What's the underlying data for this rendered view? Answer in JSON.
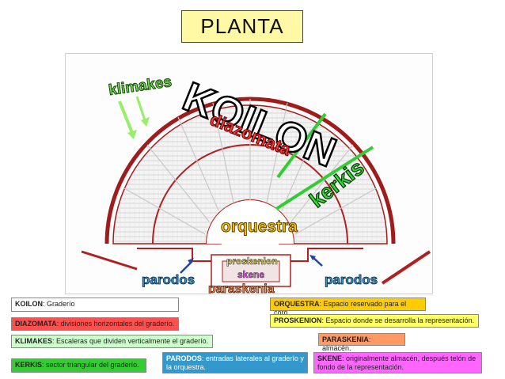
{
  "title": "PLANTA",
  "plan": {
    "koilon": "KOILON",
    "diazomata": "diazomata",
    "kerkis": "kerkis",
    "klimakes": "klimakes",
    "orquestra": "orquestra",
    "proskenion": "proskenion",
    "skene": "skene",
    "paraskenia": "paraskenia",
    "parodos_left": "parodos",
    "parodos_right": "parodos"
  },
  "legend": {
    "koilon": {
      "term": "KOILON",
      "desc": ": Graderío"
    },
    "diazomata": {
      "term": "DIAZOMATA",
      "desc": ": divisiones horizontales del graderío."
    },
    "klimakes": {
      "term": "KLIMAKES",
      "desc": ": Escaleras que dividen verticalmente el graderío."
    },
    "kerkis": {
      "term": "KERKIS",
      "desc": ": sector triangular del graderío."
    },
    "parodos": {
      "term": "PARODOS",
      "desc": ": entradas laterales al graderío y la orquestra."
    },
    "orquestra": {
      "term": "ORQUESTRA",
      "desc": ": Espacio reservado para el coro."
    },
    "proskenion": {
      "term": "PROSKENION",
      "desc": ": Espacio donde se desarrolla la representación."
    },
    "paraskenia": {
      "term": "PARASKENIA",
      "desc": ": almacén."
    },
    "skene": {
      "term": "SKENE",
      "desc": ": originalmente almacén, después telón de fondo de la representación."
    }
  },
  "colors": {
    "title_bg": "#fff9a6",
    "koilon_bg": "#ffffff",
    "diazomata_bg": "#ff5050",
    "klimakes_bg": "#ccffcc",
    "kerkis_bg": "#33cc33",
    "parodos_bg": "#3399cc",
    "orquestra_bg": "#ffcc00",
    "proskenion_bg": "#ffff66",
    "paraskenia_bg": "#ff9966",
    "skene_bg": "#ff66ff",
    "green_lines": "#33cc33",
    "light_green": "#99ee66",
    "theatre_red": "#b02020",
    "arrow_blue": "#2244aa"
  }
}
